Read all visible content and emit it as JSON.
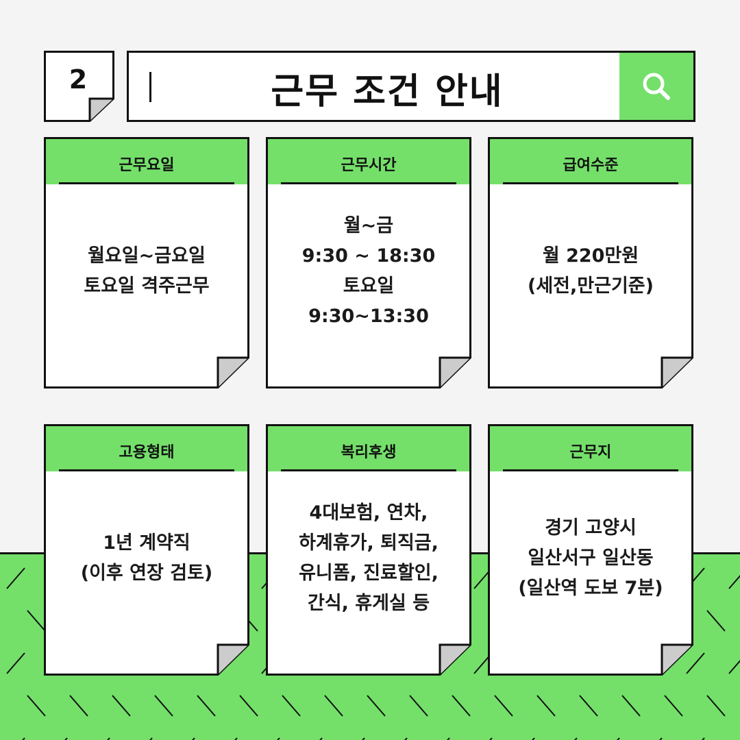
{
  "header": {
    "page_number": "2",
    "title": "근무 조건 안내",
    "search_icon": "search-icon"
  },
  "colors": {
    "accent": "#74e06a",
    "ink": "#111111",
    "background": "#f4f4f4",
    "paper": "#ffffff",
    "fold": "#cccccc"
  },
  "cards": [
    {
      "label": "근무요일",
      "lines": [
        "월요일~금요일",
        "토요일 격주근무"
      ]
    },
    {
      "label": "근무시간",
      "lines": [
        "월~금",
        "9:30 ~ 18:30",
        "토요일",
        "9:30~13:30"
      ]
    },
    {
      "label": "급여수준",
      "lines": [
        "월 220만원",
        "(세전,만근기준)"
      ]
    },
    {
      "label": "고용형태",
      "lines": [
        "1년 계약직",
        "(이후 연장 검토)"
      ]
    },
    {
      "label": "복리후생",
      "lines": [
        "4대보험, 연차,",
        "하계휴가, 퇴직금,",
        "유니폼, 진료할인,",
        "간식, 휴게실 등"
      ]
    },
    {
      "label": "근무지",
      "lines": [
        "경기 고양시",
        "일산서구 일산동",
        "(일산역 도보 7분)"
      ]
    }
  ]
}
